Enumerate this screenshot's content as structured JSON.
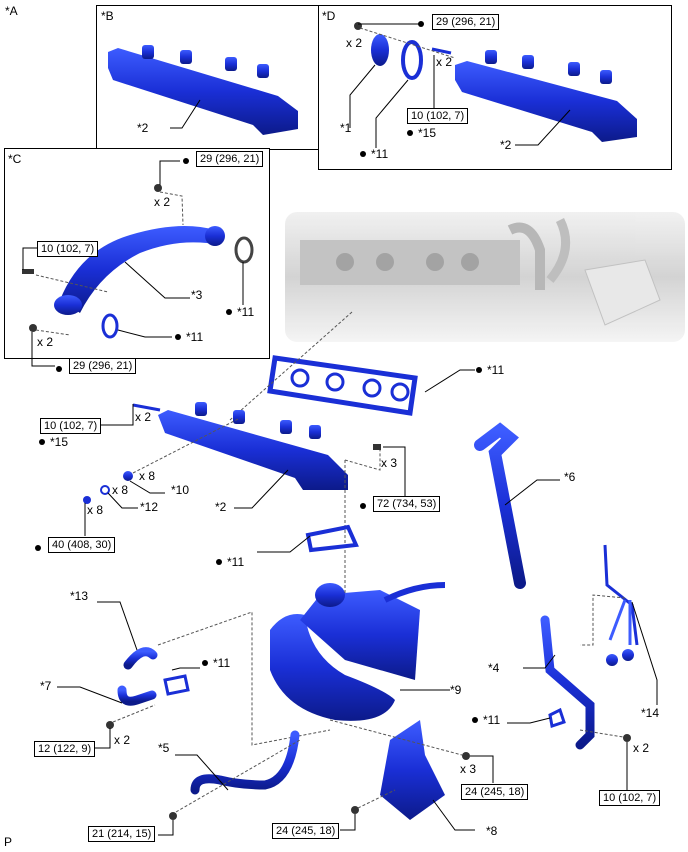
{
  "diagram": {
    "corner_labels": {
      "top_left": "*A",
      "bottom_left": "P"
    },
    "panels": [
      {
        "id": "B",
        "label": "*B",
        "callouts": [
          "*2"
        ]
      },
      {
        "id": "C",
        "label": "*C",
        "callouts": [
          "*3",
          "*11",
          "*11"
        ],
        "torques": [
          "29 (296, 21)",
          "10 (102, 7)",
          "29 (296, 21)"
        ],
        "quantities": [
          "x 2",
          "x 2"
        ]
      },
      {
        "id": "D",
        "label": "*D",
        "callouts": [
          "*1",
          "*11",
          "*15",
          "*2"
        ],
        "torques": [
          "29 (296, 21)",
          "10 (102, 7)"
        ],
        "quantities": [
          "x 2",
          "x 2"
        ]
      }
    ],
    "panel_b": {
      "label": "*B",
      "part2": "*2"
    },
    "panel_c": {
      "label": "*C",
      "torque_top": "29 (296, 21)",
      "qty_top": "x 2",
      "torque_bolt": "10 (102, 7)",
      "part3": "*3",
      "part11a": "*11",
      "part11b": "*11",
      "qty_bottom": "x 2",
      "torque_bottom": "29 (296, 21)"
    },
    "panel_d": {
      "label": "*D",
      "torque_nut": "29 (296, 21)",
      "qty_nut": "x 2",
      "qty_stud": "x 2",
      "torque_stud": "10 (102, 7)",
      "part1": "*1",
      "part11": "*11",
      "part15": "*15",
      "part2": "*2"
    },
    "main": {
      "gasket_top": "*11",
      "stud_torque": "10 (102, 7)",
      "stud_qty": "x 2",
      "stud_part": "*15",
      "part10": "*10",
      "part10_qty": "x 8",
      "part12": "*12",
      "part12_qty": "x 8",
      "nut_qty": "x 8",
      "nut_torque": "40 (408, 30)",
      "manifold": "*2",
      "nut3_qty": "x 3",
      "nut3_torque": "72 (734, 53)",
      "gasket_mid": "*11",
      "part6": "*6",
      "part13": "*13",
      "part7": "*7",
      "gasket_left": "*11",
      "bolt12_torque": "12 (122, 9)",
      "bolt12_qty": "x 2",
      "part9": "*9",
      "part5": "*5",
      "bolt21_torque": "21 (214, 15)",
      "part4": "*4",
      "part14": "*14",
      "gasket_right": "*11",
      "bolt10_qty": "x 2",
      "bolt10_torque": "10 (102, 7)",
      "bolt24_qty": "x 3",
      "bolt24_torque": "24 (245, 18)",
      "nut24_torque": "24 (245, 18)",
      "part8": "*8"
    },
    "colors": {
      "part_blue": "#1a2fd6",
      "part_highlight": "#4a6cff",
      "engine_gray": "#d8d8d8",
      "line": "#000000",
      "dash": "#555555"
    }
  }
}
